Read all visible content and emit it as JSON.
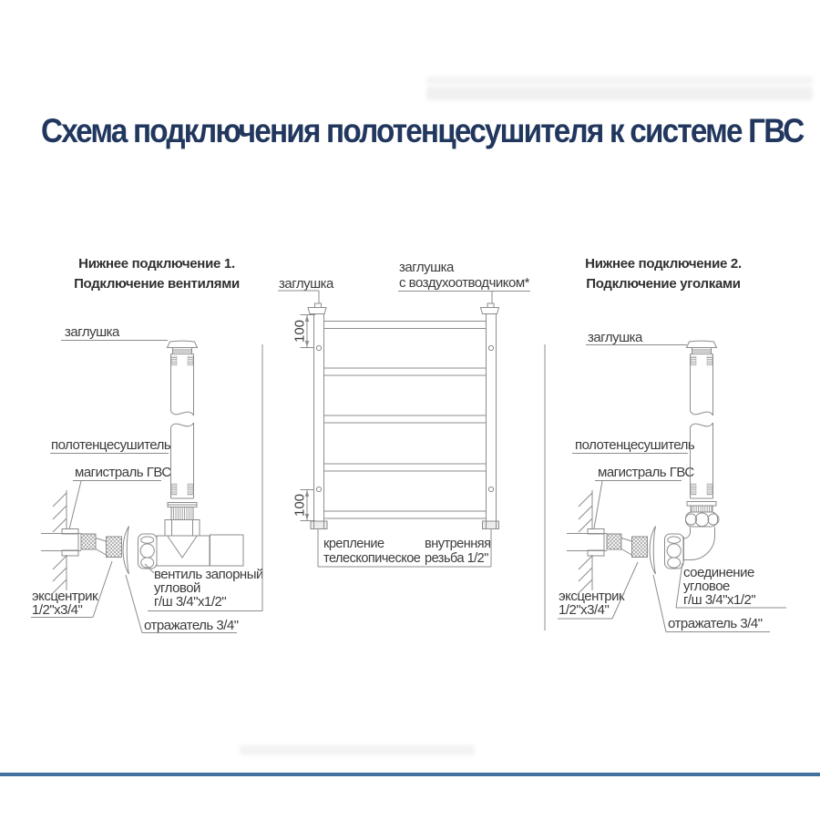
{
  "title": "Схема подключения полотенцесушителя к системе ГВС",
  "diagram_left": {
    "heading_line1": "Нижнее подключение 1.",
    "heading_line2": "Подключение вентилями",
    "labels": {
      "cap": "заглушка",
      "towel_rail": "полотенцесушитель",
      "main_line": "магистраль ГВС",
      "eccentric_line1": "эксцентрик",
      "eccentric_line2": "1/2\"х3/4\"",
      "valve_line1": "вентиль запорный",
      "valve_line2": "угловой",
      "valve_line3": "г/ш 3/4\"х1/2\"",
      "reflector": "отражатель 3/4\""
    }
  },
  "diagram_middle": {
    "labels": {
      "cap": "заглушка",
      "air_vent_cap_line1": "заглушка",
      "air_vent_cap_line2": "с воздухоотводчиком*",
      "dim_top": "100",
      "dim_bottom": "100",
      "mount_line1": "крепление",
      "mount_line2": "телескопическое",
      "thread_line1": "внутренняя",
      "thread_line2": "резьба 1/2\""
    }
  },
  "diagram_right": {
    "heading_line1": "Нижнее подключение 2.",
    "heading_line2": "Подключение уголками",
    "labels": {
      "cap": "заглушка",
      "towel_rail": "полотенцесушитель",
      "main_line": "магистраль ГВС",
      "eccentric_line1": "эксцентрик",
      "eccentric_line2": "1/2\"х3/4\"",
      "elbow_line1": "соединение",
      "elbow_line2": "угловое",
      "elbow_line3": "г/ш 3/4\"х1/2\"",
      "reflector": "отражатель 3/4\""
    }
  }
}
